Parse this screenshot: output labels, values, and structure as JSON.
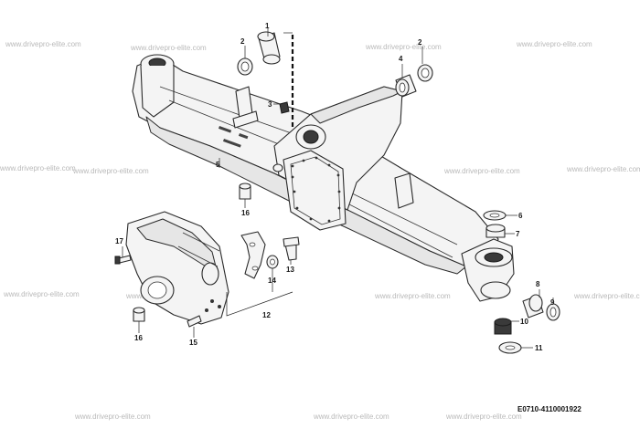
{
  "watermark_text": "www.drivepro-elite.com",
  "drawing_code": "E0710-4110001922",
  "callouts": [
    "1",
    "2",
    "2",
    "3",
    "4",
    "5",
    "6",
    "7",
    "8",
    "9",
    "10",
    "11",
    "12",
    "13",
    "14",
    "15",
    "16",
    "16",
    "17"
  ]
}
